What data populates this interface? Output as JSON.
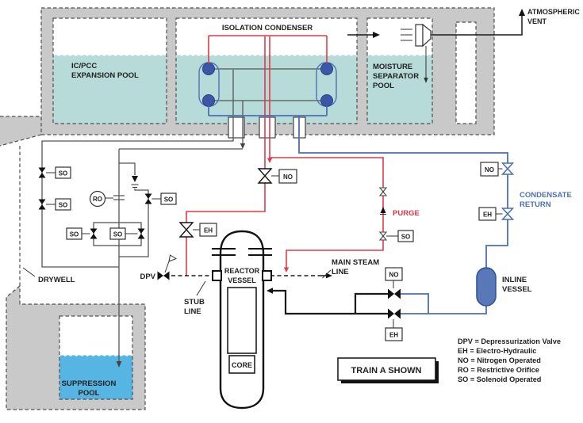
{
  "diagram": {
    "title": "ISOLATION CONDENSER",
    "pools": {
      "expansion": [
        "IC/PCC",
        "EXPANSION POOL"
      ],
      "moisture": [
        "MOISTURE",
        "SEPARATOR",
        "POOL"
      ],
      "suppression": [
        "SUPPRESSION",
        "POOL"
      ]
    },
    "labels": {
      "atmospheric_vent": [
        "ATMOSPHERIC",
        "VENT"
      ],
      "condensate_return": [
        "CONDENSATE",
        "RETURN"
      ],
      "inline_vessel": [
        "INLINE",
        "VESSEL"
      ],
      "main_steam_line": [
        "MAIN STEAM",
        "LINE"
      ],
      "stub_line": [
        "STUB",
        "LINE"
      ],
      "reactor_vessel": [
        "REACTOR",
        "VESSEL"
      ],
      "core": "CORE",
      "drywell": "DRYWELL",
      "purge": "PURGE",
      "dpv": "DPV",
      "train": "TRAIN A SHOWN"
    },
    "valve_tags": {
      "so": "SO",
      "no": "NO",
      "eh": "EH",
      "ro": "RO"
    },
    "legend": [
      "DPV = Depressurization Valve",
      "EH = Electro-Hydraulic",
      "NO = Nitrogen Operated",
      "RO = Restrictive Orifice",
      "SO = Solenoid Operated"
    ],
    "colors": {
      "steam_line": "#e23a48",
      "condensate_line": "#4d6fb3",
      "pool_water": "#b6dbd9",
      "suppression_water": "#56b5e2",
      "wall": "#c9c9c9",
      "condenser_header": "#3d56a6"
    }
  }
}
